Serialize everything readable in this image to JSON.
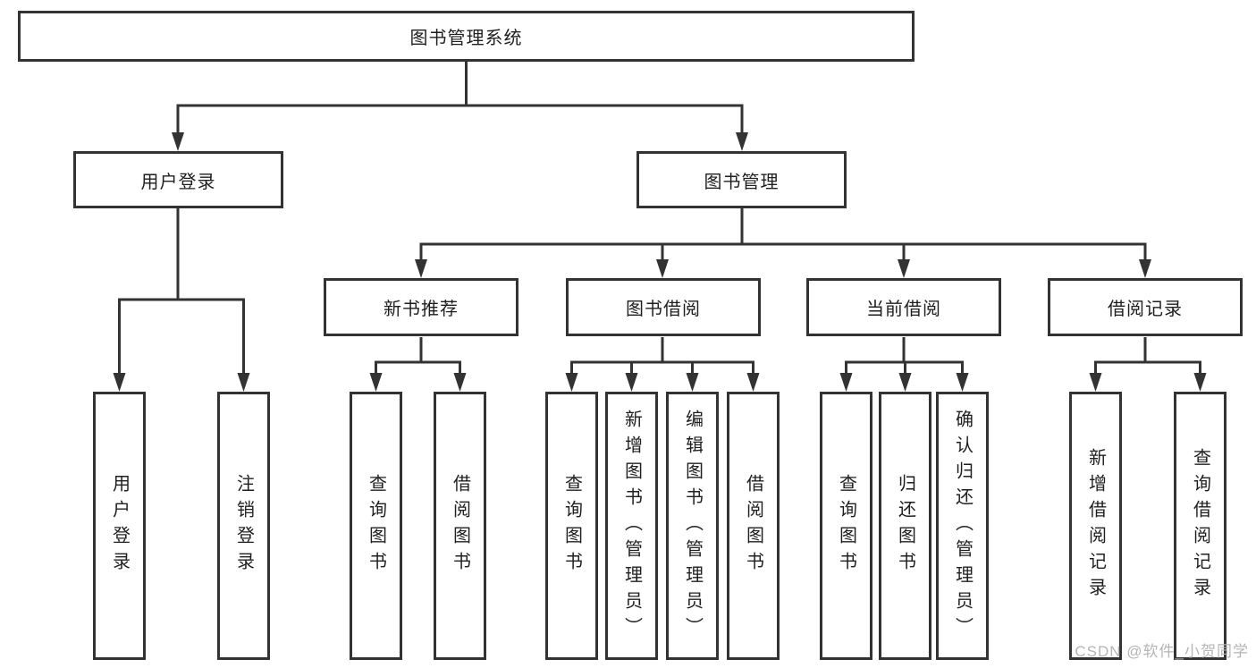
{
  "diagram": {
    "root_label": "图书管理系统",
    "level2": {
      "user_login": "用户登录",
      "book_management": "图书管理"
    },
    "level3": {
      "new_book_recommend": "新书推荐",
      "book_borrowing": "图书借阅",
      "current_borrowing": "当前借阅",
      "borrowing_records": "借阅记录"
    },
    "leaves": {
      "user_login": "用户登录",
      "logout": "注销登录",
      "query_books_1": "查询图书",
      "borrow_books_1": "借阅图书",
      "query_books_2": "查询图书",
      "add_books_admin": "新增图书（管理员）",
      "edit_books_admin": "编辑图书（管理员）",
      "borrow_books_2": "借阅图书",
      "query_books_3": "查询图书",
      "return_books": "归还图书",
      "confirm_return_admin": "确认归还（管理员）",
      "add_borrow_record": "新增借阅记录",
      "query_borrow_record": "查询借阅记录"
    },
    "watermark_text": "CSDN @软件_小贺同学"
  },
  "colors": {
    "line": "#333333",
    "box_border": "#333333",
    "box_background": "#ffffff",
    "text": "#1f1f1f",
    "watermark": "#b5b5b5",
    "page_background": "#ffffff"
  }
}
